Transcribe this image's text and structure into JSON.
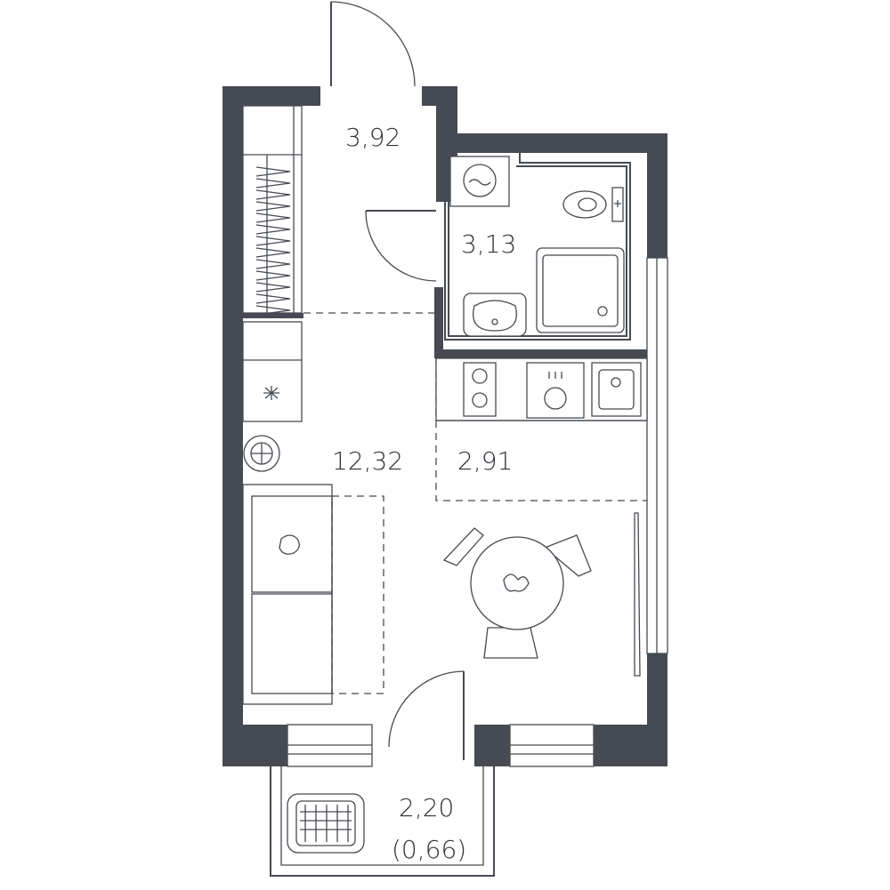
{
  "rooms": {
    "hall": "3,92",
    "bathroom": "3,13",
    "living": "12,32",
    "kitchen": "2,91",
    "balcony": "2,20",
    "balcony_reduced": "(0,66)"
  },
  "colors": {
    "wall": "#464a52",
    "line": "#464a52",
    "background": "#ffffff"
  }
}
